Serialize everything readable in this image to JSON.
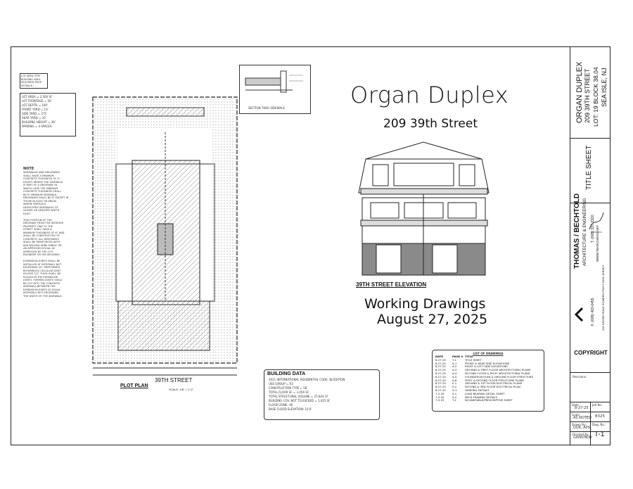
{
  "project": {
    "title": "Organ Duplex",
    "address": "209 39th Street",
    "elevation_label": "39TH STREET ELEVATION",
    "drawing_set": "Working Drawings",
    "date": "August 27, 2025"
  },
  "title_block": {
    "project_name": "ORGAN DUPLEX",
    "street": "209 39TH STREET",
    "lot_block": "LOT: 19 BLOCK 38.04",
    "city": "SEA ISLE, NJ",
    "sheet_title": "TITLE SHEET",
    "firm_name": "THOMAS / BECHTOLD",
    "firm_tagline": "ARCHITECTURE & ENGINEERING",
    "firm_phone": "T. (609) 337-3320",
    "firm_fax": "F. (609) 463-0455",
    "firm_web": "WWW.TBARCHENG.NET",
    "firm_address": "209 SHORE ROAD  SOMERS POINT  NEW JERSEY",
    "copyright_heading": "COPYRIGHT",
    "sheet_number": "T-1",
    "fields": {
      "date_label": "Date:",
      "date_value": "8-27-25",
      "scale_label": "Scale:",
      "scale_value": "AS NOTED",
      "drawn_label": "Drawn By:",
      "drawn_value": "DUR, APS",
      "checked_label": "Checked By:",
      "checked_value": "GWW/NDB",
      "job_label": "Job No.:",
      "job_value": "8325",
      "dwg_label": "Dwg. No.:",
      "revisions_label": "Revisions:"
    }
  },
  "plot_plan": {
    "label": "PLOT PLAN",
    "scale": "SCALE: 1/8\" = 1'-0\"",
    "street_label": "39TH STREET",
    "note_heading": "NOTE",
    "notes": "SIDEWALKS AND DRIVEWAYS\nSHALL HAVE A MINIMUM\nCONCRETE THICKNESS OF 4\",\nEXCEPT WHERE THE SIDEWALK\nIS PART OF A DRIVEWAY. IN\nWHICH CASE THE MINIMUM\nCONCRETE THICKNESS SHALL\nBE 6\" MINIMUM SIDEWALK.\nDRIVEWAYS SHALL BE 6\" EXCEPT IN\nTHOSE BLOCKS OR AREAS\nWHERE PARTIALLY\nDEVELOPED SIDEWALKS OF\nLESSER OR GREATER WIDTH\nEXIST.\n\nTHAT PORTION OF THE\nDRIVEWAY FROM THE INTERIOR\nPROPERTY LINE TO THE\nSTREET SHALL HAVE A\nMINIMUM THICKNESS OF 6\" AND\nSHALL BE CONSTRUCTED OF\nCONCRETE. ALL DRIVEWAYS\nSHALL BE REINFORCED WITH\n6X6 WELDED WIRE FABRIC OR\nAN APPROVED EQUAL AS\nAPPROVED BY THE CITY\nENGINEER OR HIS DESIGNEE.\n\nEXPANSION JOINTS SHALL BE\nINSTALLED AT INTERVALS NOT\nEXCEEDING 20'. PREFORMED\nBITUMINOUS CELLULAR JOINT\nFILLERS 1/2\" THICK SHALL BE\nPLACED IN THE EXPANSION\nJOINTS. FORMED JOINTS SHALL\nBE CUT INTO THE CONCRETE\nSIDEWALK BETWEEN THE\nEXPANSION JOINTS AT EQUAL\nINTERVALS NOT EXCEEDING\nTHE WIDTH OF THE SIDEWALK."
  },
  "building_data": {
    "heading": "BUILDING DATA",
    "lines": "2021 INTERNATIONAL RESIDENTIAL CODE, NJ EDITION\nUSE GROUP = R3\nCONSTRUCTION TYPE = 5B\nTOTAL FLOOR SF = 3,456 SF\nTOTAL STRUCTURAL VOLUME = 37,644 CF\nBUILDING COV. NOT TO EXCEED = 1,425 SF\nFLOOD ZONE: AE\nBASE FLOOD ELEVATION: 10.0'"
  },
  "drawing_list": {
    "heading": "LIST OF DRAWINGS",
    "columns": [
      "DATE",
      "PAGE #",
      "TITLE"
    ],
    "rows": [
      [
        "8-27-25",
        "T-1",
        "TITLE SHEET"
      ],
      [
        "8-27-25",
        "A-1",
        "FRONT & REAR SIDE ELEVATIONS"
      ],
      [
        "8-27-25",
        "A-2",
        "RIGHT & LEFT SIDE ELEVATIONS"
      ],
      [
        "8-27-25",
        "A-3",
        "GROUND & FIRST FLOOR ARCHITECTURAL PLANS"
      ],
      [
        "8-27-25",
        "A-4",
        "SECOND FLOOR & ROOF ARCHITECTURAL PLANS"
      ],
      [
        "8-27-25",
        "A-5",
        "FOUNDATION PLAN & GROUND FLOOR STRUCTURE"
      ],
      [
        "8-27-25",
        "A-6",
        "FIRST & SECOND FLOOR STRUCTURE PLANS"
      ],
      [
        "8-27-25",
        "E-1",
        "GROUND & 1ST FLOOR ELECTRICAL PLANS"
      ],
      [
        "8-27-25",
        "E-2",
        "SECOND & 3RD FLOOR ELECTRICAL PLAN"
      ],
      [
        "8-27-25",
        "G-1",
        "GENERAL DETAILS"
      ],
      [
        "7-3-25",
        "S-1",
        "LOAD BEARING DETAIL SHEET"
      ],
      [
        "7-3-25",
        "S-2",
        "DECK FRAMING DETAILS"
      ],
      [
        "7-3-25",
        "T-2",
        "NJ HABITABLE/PRESCRIPTIVE SHEET"
      ]
    ]
  },
  "section_detail": {
    "label": "SECTION THRU SIDEWALK"
  },
  "zoning_box": {
    "lines": "LOT AREA = 2,500 SF\nLOT FRONTAGE = 50'\nLOT DEPTH = 100'\nFRONT YARD = 10'\nSIDE YARD = 3'/5'\nREAR YARD = 10'\nBUILDING HEIGHT = 36'\nPARKING = 4 SPACES"
  },
  "legend_box": {
    "lines": "LOT AREA  ITEM\nBUILDING  AREA\nREQUIRED  PROP.\nSETBACK   ---"
  }
}
